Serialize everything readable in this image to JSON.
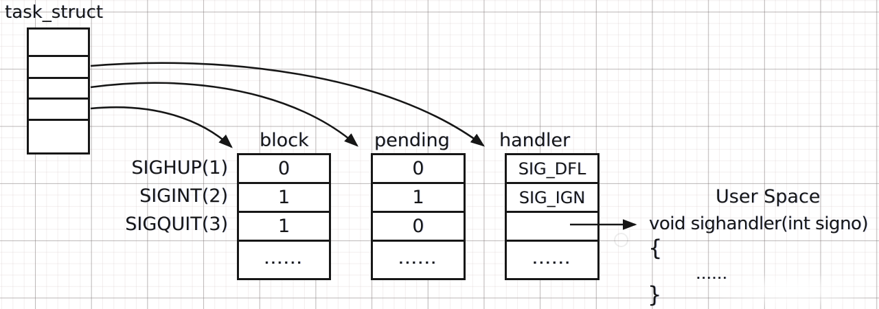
{
  "diagram": {
    "task_struct_label": "task_struct",
    "signals": [
      "SIGHUP(1)",
      "SIGINT(2)",
      "SIGQUIT(3)"
    ],
    "columns": [
      {
        "label": "block",
        "values": [
          "0",
          "1",
          "1",
          "......"
        ]
      },
      {
        "label": "pending",
        "values": [
          "0",
          "1",
          "0",
          "......"
        ]
      },
      {
        "label": "handler",
        "values": [
          "SIG_DFL",
          "SIG_IGN",
          "",
          "......"
        ]
      }
    ],
    "user_space": {
      "title": "User Space",
      "signature": "void sighandler(int signo)",
      "open_brace": "{",
      "body_ellipsis": "......",
      "close_brace": "}"
    },
    "colors": {
      "ink": "#161616",
      "grid_major": "#c9c6c6",
      "grid_minor": "#f1eeee",
      "background": "#ffffff"
    }
  }
}
